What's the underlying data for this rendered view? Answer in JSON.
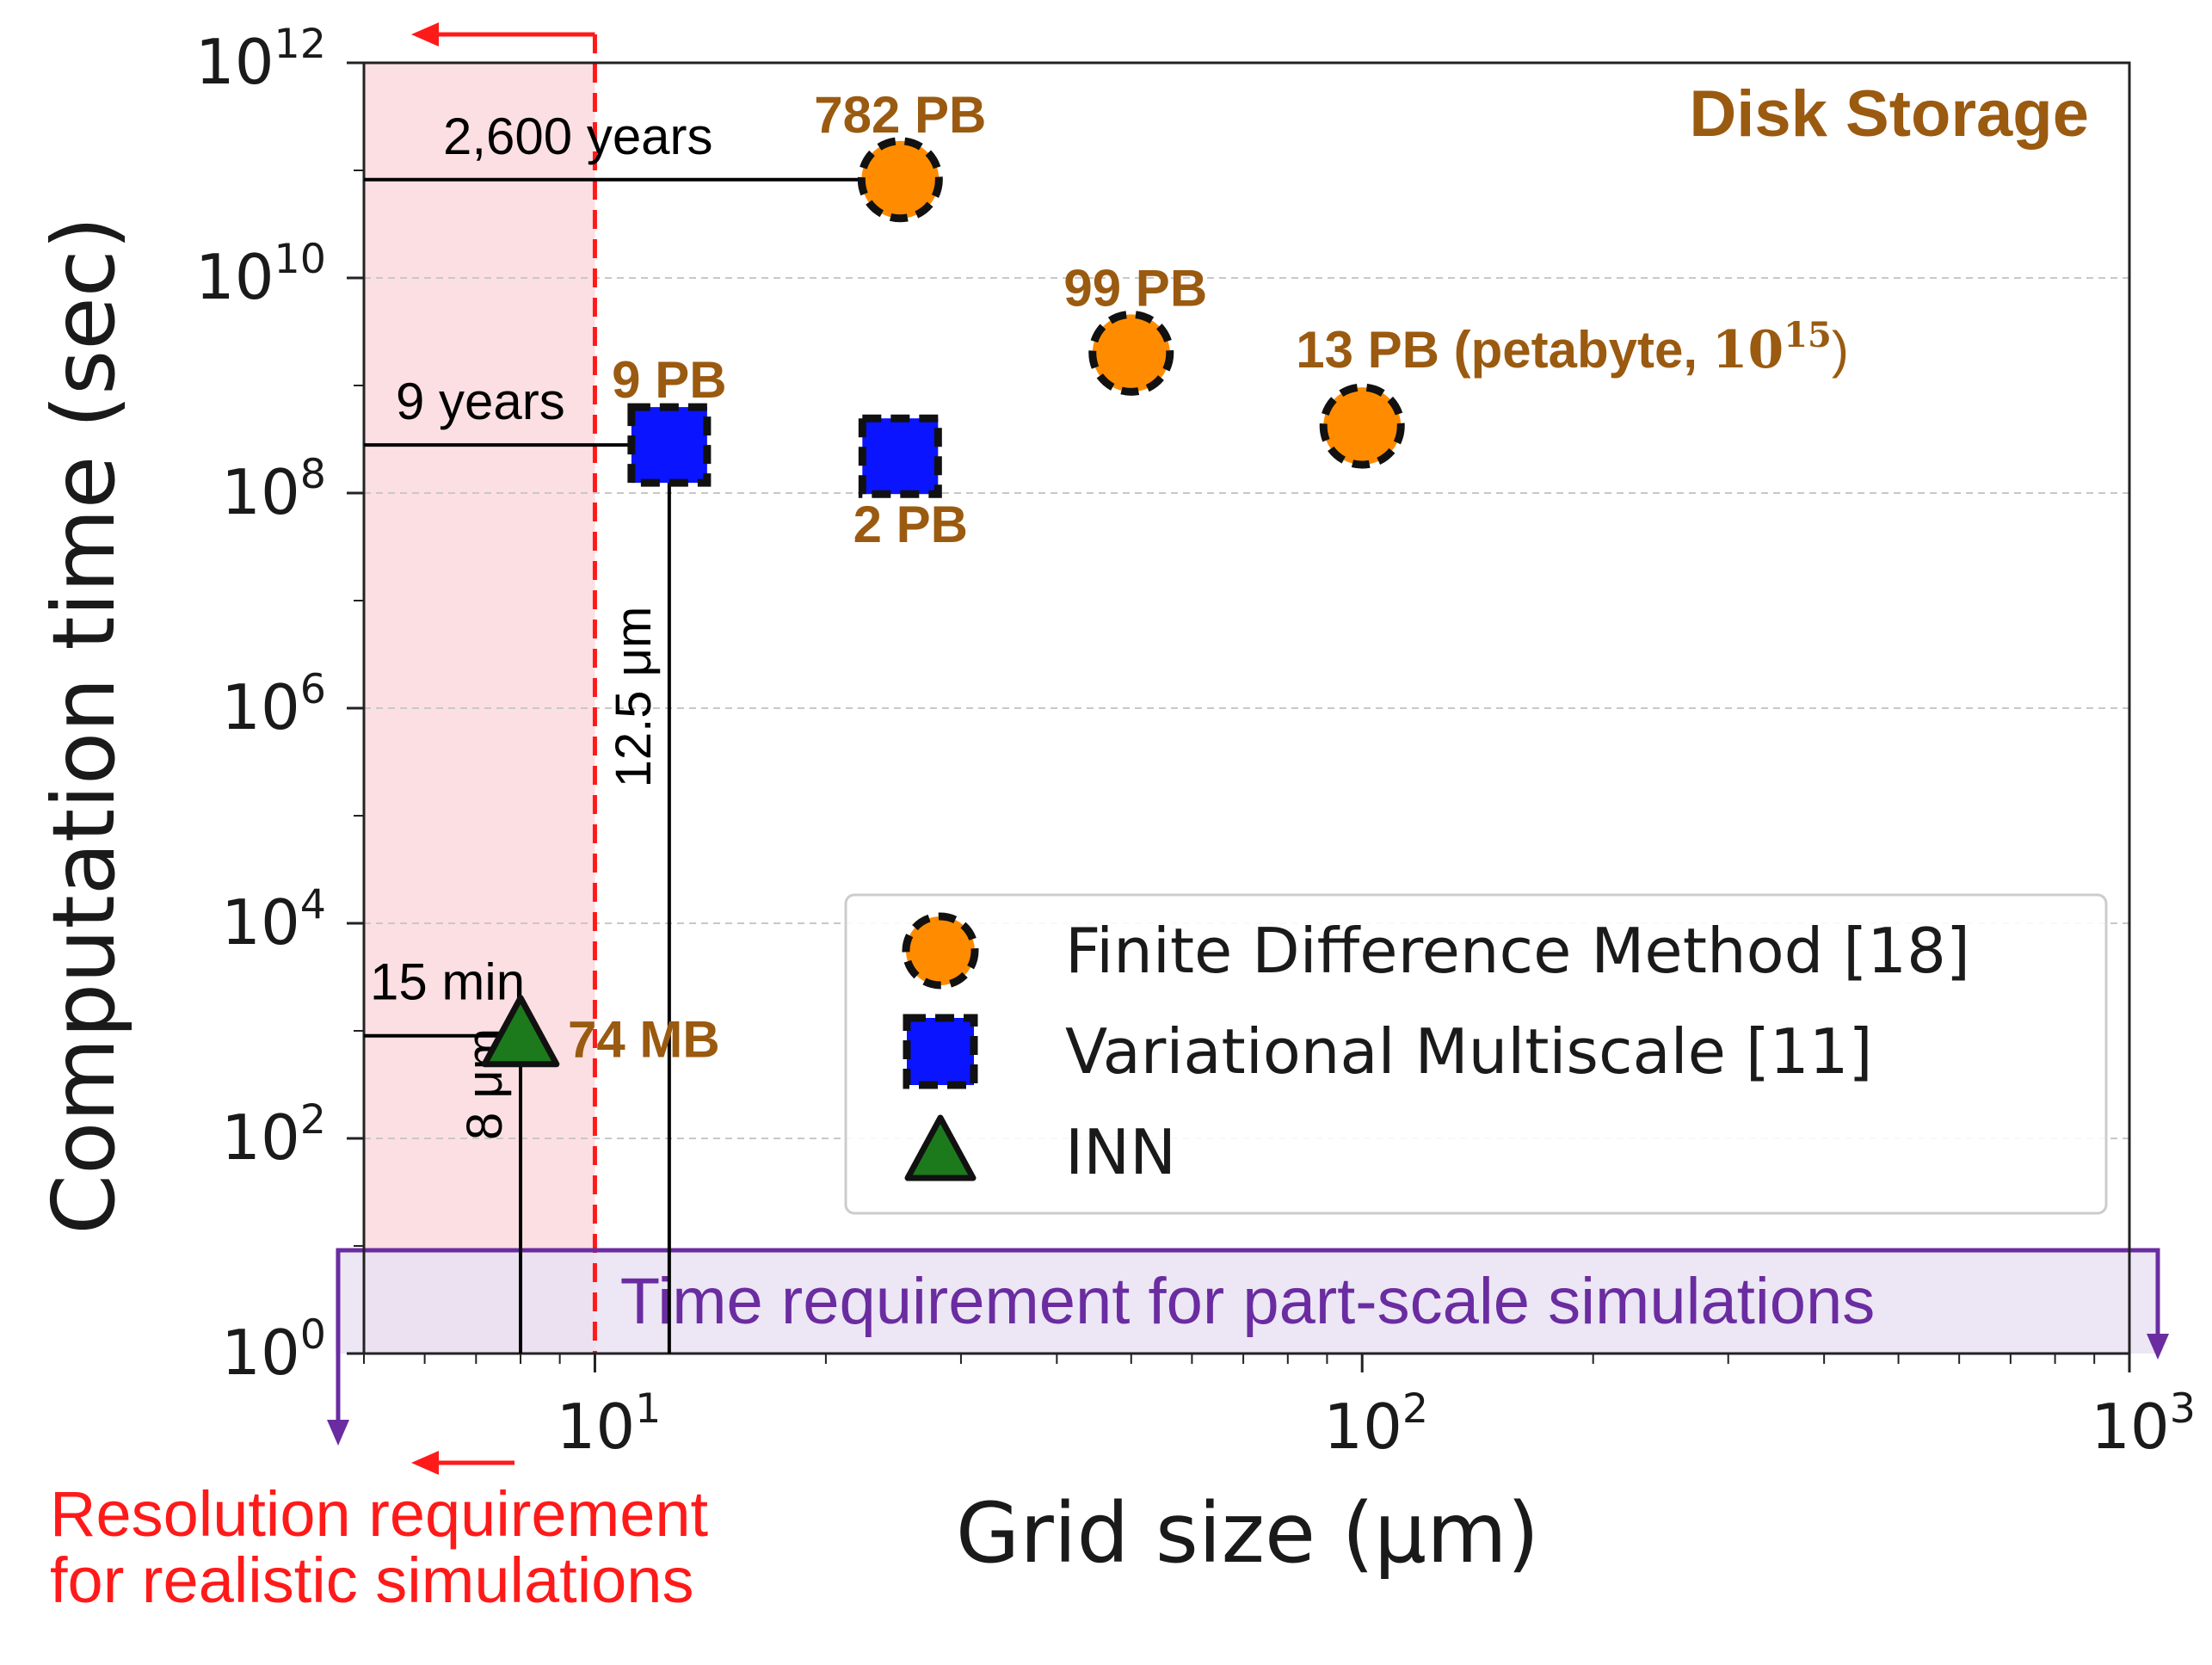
{
  "chart_data": {
    "type": "scatter",
    "x_scale": "log",
    "y_scale": "log",
    "xlim": [
      5,
      1000
    ],
    "ylim": [
      1,
      1000000000000.0
    ],
    "xlabel": "Grid size (μm)",
    "ylabel": "Computation time (sec)",
    "x_ticks": [
      {
        "value": 10,
        "label": "10",
        "exp": "1"
      },
      {
        "value": 100,
        "label": "10",
        "exp": "2"
      },
      {
        "value": 1000,
        "label": "10",
        "exp": "3"
      }
    ],
    "y_ticks": [
      {
        "value": 1,
        "label": "10",
        "exp": "0"
      },
      {
        "value": 100,
        "label": "10",
        "exp": "2"
      },
      {
        "value": 10000,
        "label": "10",
        "exp": "4"
      },
      {
        "value": 1000000,
        "label": "10",
        "exp": "6"
      },
      {
        "value": 100000000,
        "label": "10",
        "exp": "8"
      },
      {
        "value": 10000000000,
        "label": "10",
        "exp": "10"
      },
      {
        "value": 1000000000000,
        "label": "10",
        "exp": "12"
      }
    ],
    "grid": "y-major dashed",
    "corner_label": "Disk Storage",
    "series": [
      {
        "name": "Finite Difference Method [18]",
        "marker": "circle",
        "color": "#ff8c00",
        "points": [
          {
            "x": 25,
            "y": 82000000000,
            "label": "782 PB"
          },
          {
            "x": 50,
            "y": 2000000000,
            "label": "99 PB"
          },
          {
            "x": 100,
            "y": 420000000,
            "label": "13 PB (petabyte, ",
            "label_math": "10",
            "label_exp": "15",
            "label_end": ")"
          }
        ]
      },
      {
        "name": "Variational Multiscale [11]",
        "marker": "square",
        "color": "#0a14ff",
        "points": [
          {
            "x": 12.5,
            "y": 280000000,
            "label": "9 PB"
          },
          {
            "x": 25,
            "y": 220000000,
            "label": "2 PB"
          }
        ]
      },
      {
        "name": "INN",
        "marker": "triangle",
        "color": "#1c7a1c",
        "points": [
          {
            "x": 8,
            "y": 900,
            "label": "74 MB"
          }
        ]
      }
    ],
    "legend": {
      "position": "lower-right"
    },
    "annotations": {
      "time_labels": [
        "2,600 years",
        "9 years",
        "15 min"
      ],
      "grid_labels": [
        "12.5 μm",
        "8 μm"
      ],
      "resolution_requirement": [
        "Resolution requirement",
        "for realistic simulations"
      ],
      "time_requirement": "Time requirement for part-scale simulations"
    },
    "colors": {
      "storage_text": "#9a5a10",
      "resolution": "#ff1a1a",
      "resolution_band": "#fcdfe2",
      "time_requirement": "#6a2ca0",
      "time_band": "#e9e2f3"
    }
  }
}
